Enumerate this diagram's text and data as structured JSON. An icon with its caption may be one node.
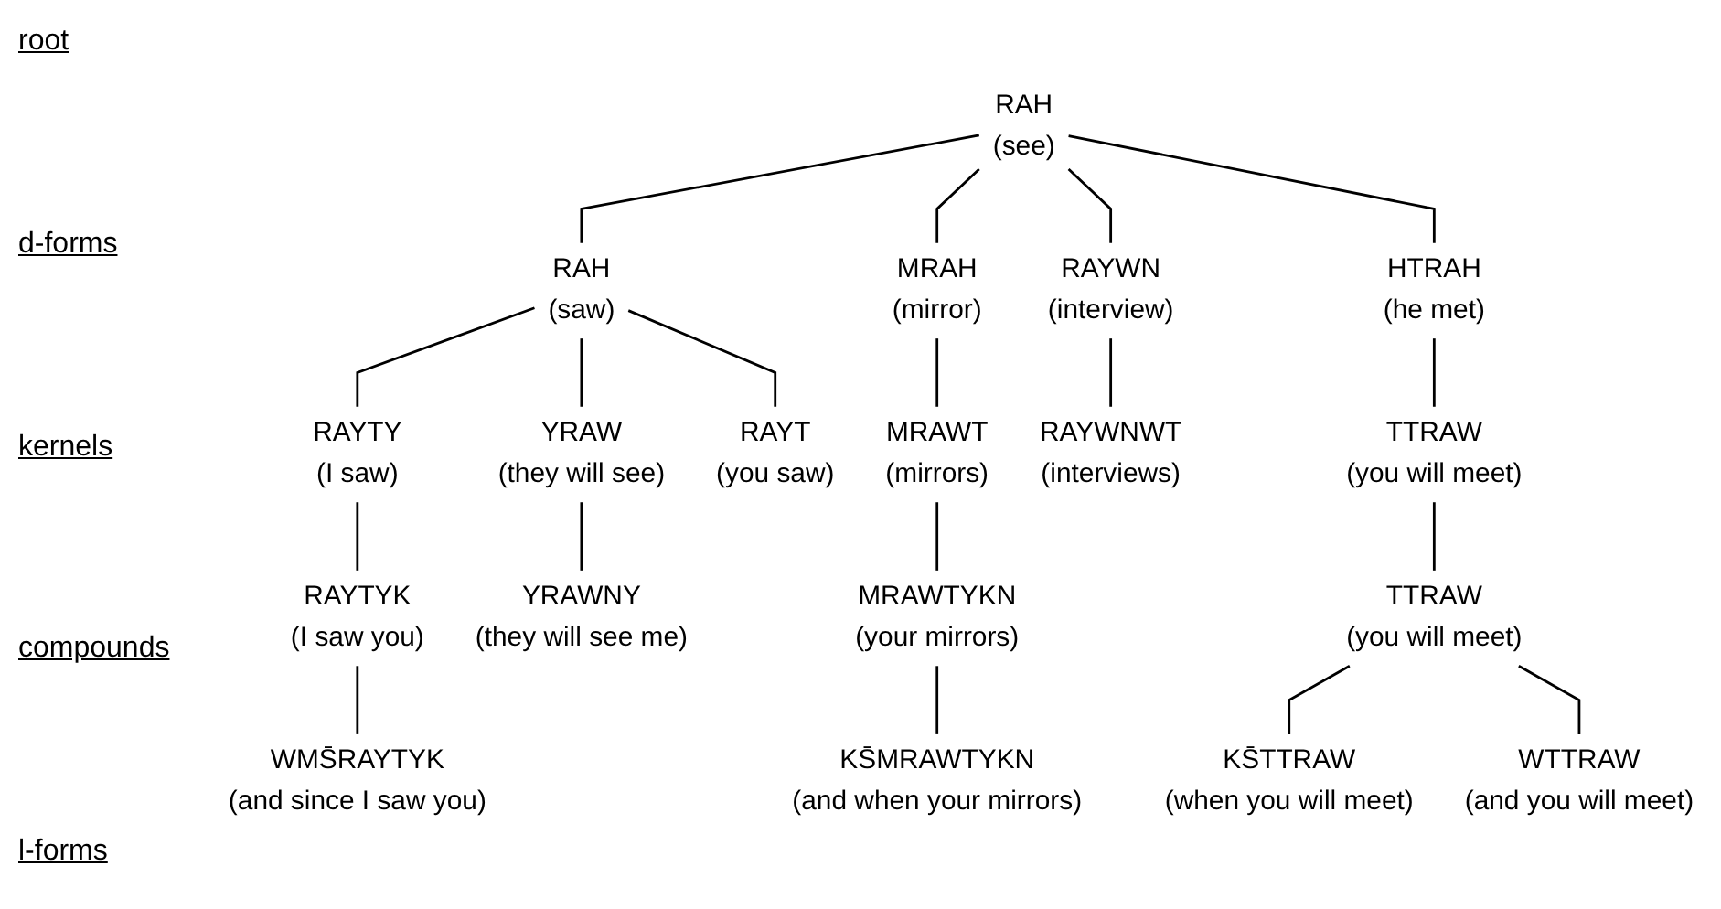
{
  "diagram": {
    "nodes": [
      {
        "text": [
          "RAH",
          "(see)"
        ]
      },
      {
        "text": [
          "RAH",
          "(saw)"
        ]
      },
      {
        "text": [
          "MRAH",
          "(mirror)"
        ]
      },
      {
        "text": [
          "RAYWN",
          "(interview)"
        ]
      },
      {
        "text": [
          "HTRAH",
          "(he met)"
        ]
      },
      {
        "text": [
          "RAYTY",
          "(I saw)"
        ]
      },
      {
        "text": [
          "YRAW",
          "(they will see)"
        ]
      },
      {
        "text": [
          "RAYT",
          "(you saw)"
        ]
      },
      {
        "text": [
          "MRAWT",
          "(mirrors)"
        ]
      },
      {
        "text": [
          "RAYWNWT",
          "(interviews)"
        ]
      },
      {
        "text": [
          "TTRAW",
          "(you will meet)"
        ]
      },
      {
        "text": [
          "RAYTYK",
          "(I saw you)"
        ]
      },
      {
        "text": [
          "YRAWNY",
          "(they will see me)"
        ]
      },
      {
        "text": [
          "MRAWTYKN",
          "(your mirrors)"
        ]
      },
      {
        "text": [
          "TTRAW",
          "(you will meet)"
        ]
      },
      {
        "text": [
          "WMS̄RAYTYK",
          "(and since I saw you)"
        ]
      },
      {
        "text": [
          "KS̄MRAWTYKN",
          "(and when your mirrors)"
        ]
      },
      {
        "text": [
          "KS̄TTRAW",
          "(when you will meet)"
        ]
      },
      {
        "text": [
          "WTTRAW",
          "(and you will meet)"
        ]
      }
    ],
    "edges": [
      {
        "from": 0,
        "to": 1,
        "arrow": "none"
      },
      {
        "from": 0,
        "to": 2,
        "arrow": "none"
      },
      {
        "from": 0,
        "to": 3,
        "arrow": "none"
      },
      {
        "from": 0,
        "to": 4,
        "arrow": "none"
      },
      {
        "from": 1,
        "to": 5,
        "arrow": "none"
      },
      {
        "from": 1,
        "to": 6,
        "arrow": "none"
      },
      {
        "from": 1,
        "to": 7,
        "arrow": "none"
      },
      {
        "from": 2,
        "to": 8,
        "arrow": "none"
      },
      {
        "from": 3,
        "to": 9,
        "arrow": "none"
      },
      {
        "from": 4,
        "to": 10,
        "arrow": "none"
      },
      {
        "from": 5,
        "to": 11,
        "arrow": "none"
      },
      {
        "from": 6,
        "to": 12,
        "arrow": "none"
      },
      {
        "from": 8,
        "to": 13,
        "arrow": "none"
      },
      {
        "from": 10,
        "to": 14,
        "arrow": "none"
      },
      {
        "from": 11,
        "to": 15,
        "arrow": "none"
      },
      {
        "from": 13,
        "to": 16,
        "arrow": "none"
      },
      {
        "from": 14,
        "to": 17,
        "arrow": "none"
      },
      {
        "from": 14,
        "to": 18,
        "arrow": "none"
      }
    ],
    "labels": [
      "root",
      "d-forms",
      "kernels",
      "compounds",
      "l-forms"
    ]
  }
}
